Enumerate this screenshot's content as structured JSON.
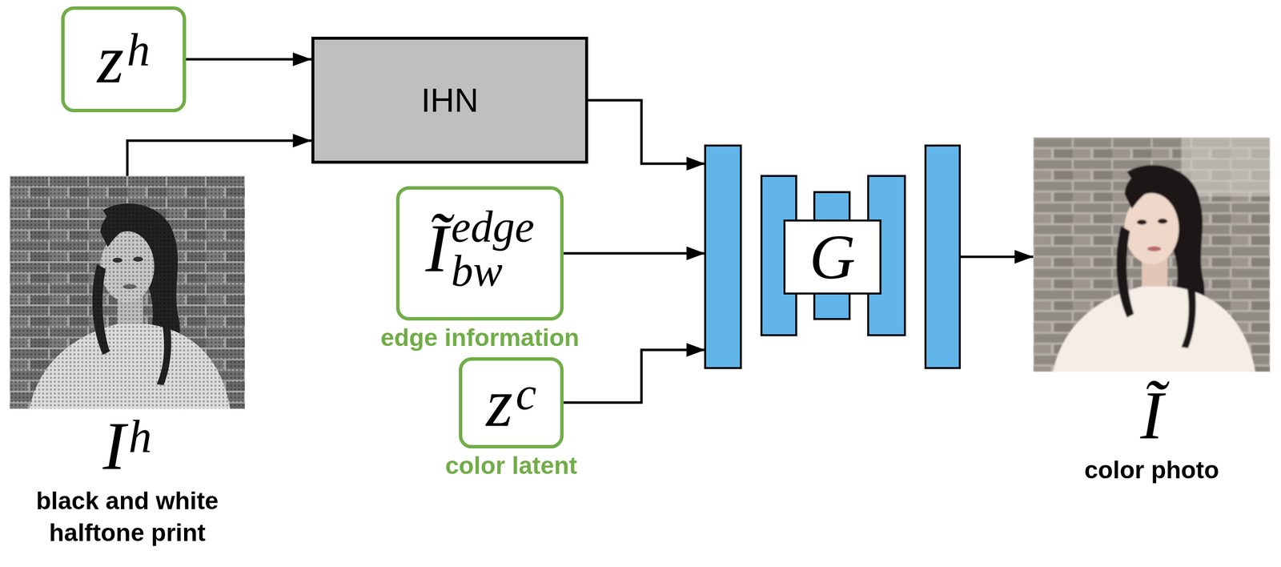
{
  "diagram": {
    "nodes": [
      {
        "text": [
          "z",
          "h"
        ]
      },
      {
        "text": [
          "IHN"
        ]
      },
      {
        "text": [
          "I",
          "h",
          "black and white halftone print"
        ]
      },
      {
        "text": [
          "Ĩ",
          "edge",
          "bw",
          "edge information"
        ]
      },
      {
        "text": [
          "z",
          "c",
          "color latent"
        ]
      },
      {
        "text": [
          "G"
        ]
      },
      {
        "text": [
          "Ĩ",
          "color photo"
        ]
      }
    ],
    "edges": [
      {
        "from": 0,
        "to": 1,
        "arrow": "to"
      },
      {
        "from": 2,
        "to": 1,
        "arrow": "to"
      },
      {
        "from": 1,
        "to": 5,
        "arrow": "to"
      },
      {
        "from": 3,
        "to": 5,
        "arrow": "to"
      },
      {
        "from": 4,
        "to": 5,
        "arrow": "to"
      },
      {
        "from": 5,
        "to": 6,
        "arrow": "to"
      }
    ]
  }
}
